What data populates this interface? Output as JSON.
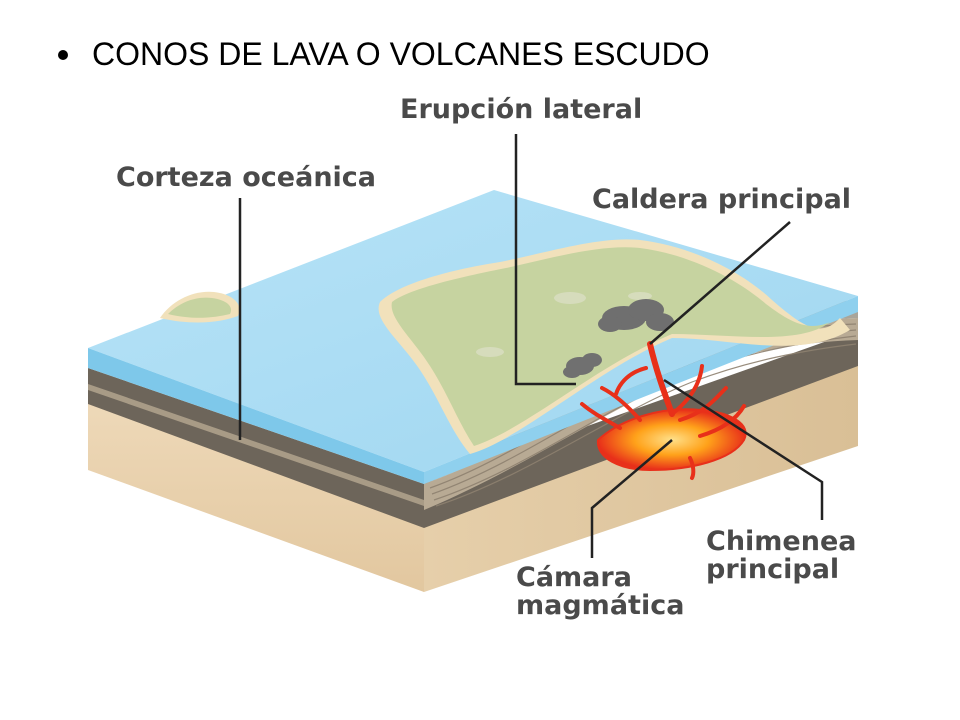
{
  "slide": {
    "bullet_text": "CONOS DE LAVA O VOLCANES ESCUDO"
  },
  "diagram": {
    "labels": {
      "lateral_eruption": "Erupción lateral",
      "oceanic_crust": "Corteza oceánica",
      "main_caldera": "Caldera principal",
      "main_chimney_line1": "Chimenea",
      "main_chimney_line2": "principal",
      "magma_chamber_line1": "Cámara",
      "magma_chamber_line2": "magmática"
    },
    "colors": {
      "ocean": "#a9dcf3",
      "ocean_edge": "#7ec8ea",
      "island": "#c6d3a0",
      "beach": "#f1e1bb",
      "crust_dark": "#6d655a",
      "crust_light": "#e9d2b1",
      "lava_red": "#e8301a",
      "lava_orange": "#ffa21a",
      "leader_line": "#222222"
    }
  }
}
